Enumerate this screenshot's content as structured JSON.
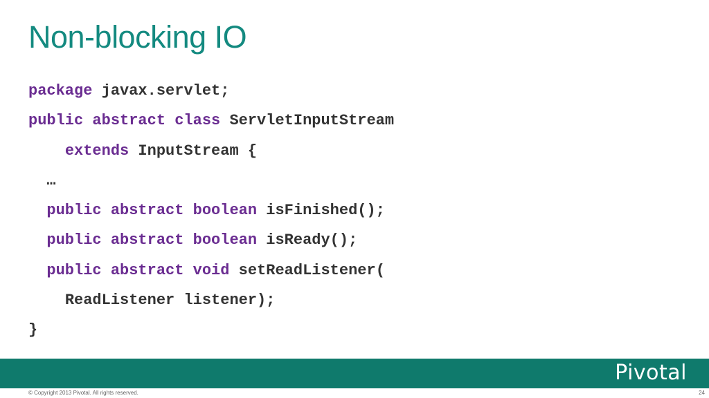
{
  "slide": {
    "title": "Non-blocking IO",
    "code_lines": [
      {
        "indent": "",
        "tokens": [
          {
            "t": "package",
            "kw": true
          },
          {
            "t": " javax.servlet;",
            "kw": false
          }
        ]
      },
      {
        "indent": "",
        "tokens": [
          {
            "t": "public abstract class",
            "kw": true
          },
          {
            "t": " ServletInputStream",
            "kw": false
          }
        ]
      },
      {
        "indent": "    ",
        "tokens": [
          {
            "t": "extends",
            "kw": true
          },
          {
            "t": " InputStream {",
            "kw": false
          }
        ]
      },
      {
        "indent": "  ",
        "tokens": [
          {
            "t": "…",
            "kw": false
          }
        ]
      },
      {
        "indent": "  ",
        "tokens": [
          {
            "t": "public abstract boolean",
            "kw": true
          },
          {
            "t": " isFinished();",
            "kw": false
          }
        ]
      },
      {
        "indent": "  ",
        "tokens": [
          {
            "t": "public abstract boolean",
            "kw": true
          },
          {
            "t": " isReady();",
            "kw": false
          }
        ]
      },
      {
        "indent": "  ",
        "tokens": [
          {
            "t": "public abstract void",
            "kw": true
          },
          {
            "t": " setReadListener(",
            "kw": false
          }
        ]
      },
      {
        "indent": "    ",
        "tokens": [
          {
            "t": "ReadListener listener);",
            "kw": false
          }
        ]
      },
      {
        "indent": "",
        "tokens": [
          {
            "t": "}",
            "kw": false
          }
        ]
      }
    ]
  },
  "footer": {
    "logo_text": "Pivotal",
    "copyright": "© Copyright 2013 Pivotal. All rights reserved.",
    "page_number": "24"
  },
  "colors": {
    "title": "#148a80",
    "keyword": "#6a2c91",
    "code_text": "#333333",
    "footer_band": "#0f7a6c"
  }
}
